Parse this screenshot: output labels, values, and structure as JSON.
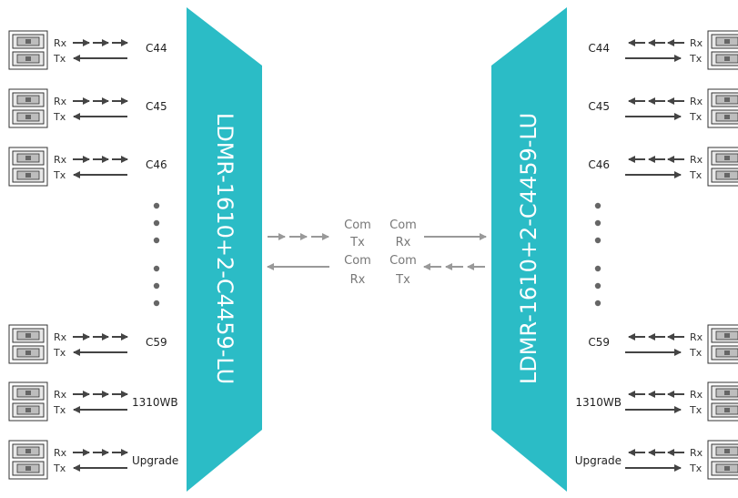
{
  "left_mux": {
    "label": "LDMR-1610+2-C4459-LU",
    "color": "#2bbcc6"
  },
  "right_mux": {
    "label": "LDMR-1610+2-C4459-LU",
    "color": "#2bbcc6"
  },
  "port_labels": {
    "rx": "Rx",
    "tx": "Tx"
  },
  "channels": [
    "C44",
    "C45",
    "C46",
    "C59",
    "1310WB",
    "Upgrade"
  ],
  "com": {
    "left_top": [
      "Com",
      "Tx"
    ],
    "right_top": [
      "Com",
      "Rx"
    ],
    "left_bottom": [
      "Com",
      "Rx"
    ],
    "right_bottom": [
      "Com",
      "Tx"
    ]
  },
  "colors": {
    "line": "#444444",
    "com_line": "#999999",
    "dots": "#666666"
  }
}
